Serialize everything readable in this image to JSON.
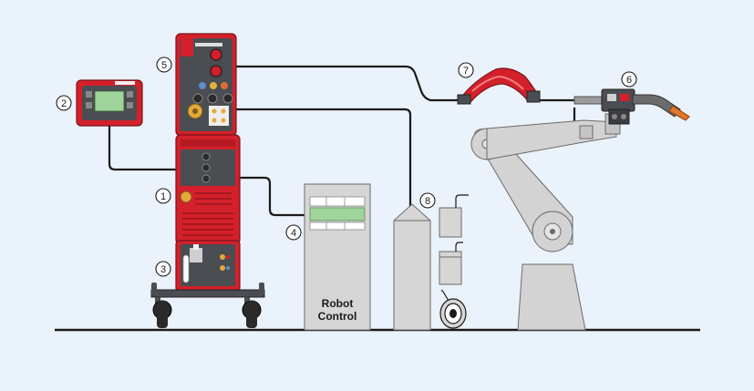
{
  "callouts": [
    {
      "id": "c1",
      "number": "1"
    },
    {
      "id": "c2",
      "number": "2"
    },
    {
      "id": "c3",
      "number": "3"
    },
    {
      "id": "c4",
      "number": "4"
    },
    {
      "id": "c5",
      "number": "5"
    },
    {
      "id": "c6",
      "number": "6"
    },
    {
      "id": "c7",
      "number": "7"
    },
    {
      "id": "c8",
      "number": "8"
    }
  ],
  "robot_control": {
    "line1": "Robot",
    "line2": "Control"
  },
  "colors": {
    "background": "#eaf3fb",
    "equipment_red": "#d4202b",
    "panel_dark": "#4a4d52",
    "robot_gray": "#d3d3d3",
    "cable": "#1a1a1a",
    "display_green": "#9fd49a"
  }
}
